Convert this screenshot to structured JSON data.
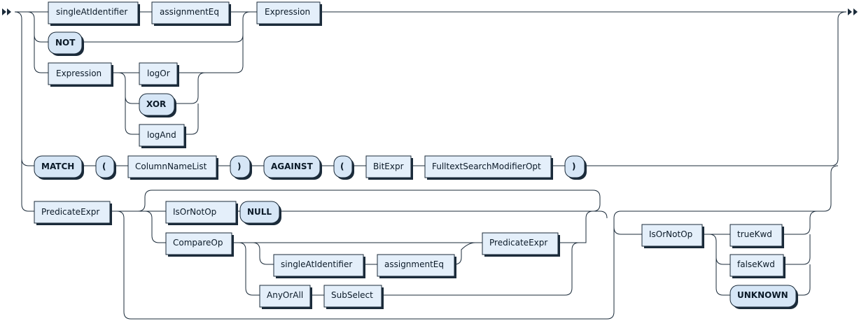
{
  "diagram": {
    "nodes": {
      "n1": {
        "text": "singleAtIdentifier",
        "kind": "nonterminal"
      },
      "n2": {
        "text": "assignmentEq",
        "kind": "nonterminal"
      },
      "n3": {
        "text": "Expression",
        "kind": "nonterminal"
      },
      "n4": {
        "text": "NOT",
        "kind": "terminal"
      },
      "n5": {
        "text": "Expression",
        "kind": "nonterminal"
      },
      "n6": {
        "text": "logOr",
        "kind": "nonterminal"
      },
      "n7": {
        "text": "XOR",
        "kind": "terminal"
      },
      "n8": {
        "text": "logAnd",
        "kind": "nonterminal"
      },
      "n9": {
        "text": "MATCH",
        "kind": "terminal"
      },
      "n10": {
        "text": "(",
        "kind": "terminal"
      },
      "n11": {
        "text": "ColumnNameList",
        "kind": "nonterminal"
      },
      "n12": {
        "text": ")",
        "kind": "terminal"
      },
      "n13": {
        "text": "AGAINST",
        "kind": "terminal"
      },
      "n14": {
        "text": "(",
        "kind": "terminal"
      },
      "n15": {
        "text": "BitExpr",
        "kind": "nonterminal"
      },
      "n16": {
        "text": "FulltextSearchModifierOpt",
        "kind": "nonterminal"
      },
      "n17": {
        "text": ")",
        "kind": "terminal"
      },
      "n18": {
        "text": "PredicateExpr",
        "kind": "nonterminal"
      },
      "n19": {
        "text": "IsOrNotOp",
        "kind": "nonterminal"
      },
      "n20": {
        "text": "NULL",
        "kind": "terminal"
      },
      "n21": {
        "text": "CompareOp",
        "kind": "nonterminal"
      },
      "n22": {
        "text": "PredicateExpr",
        "kind": "nonterminal"
      },
      "n23": {
        "text": "singleAtIdentifier",
        "kind": "nonterminal"
      },
      "n24": {
        "text": "assignmentEq",
        "kind": "nonterminal"
      },
      "n25": {
        "text": "AnyOrAll",
        "kind": "nonterminal"
      },
      "n26": {
        "text": "SubSelect",
        "kind": "nonterminal"
      },
      "n27": {
        "text": "IsOrNotOp",
        "kind": "nonterminal"
      },
      "n28": {
        "text": "trueKwd",
        "kind": "nonterminal"
      },
      "n29": {
        "text": "falseKwd",
        "kind": "nonterminal"
      },
      "n30": {
        "text": "UNKNOWN",
        "kind": "terminal"
      }
    }
  }
}
